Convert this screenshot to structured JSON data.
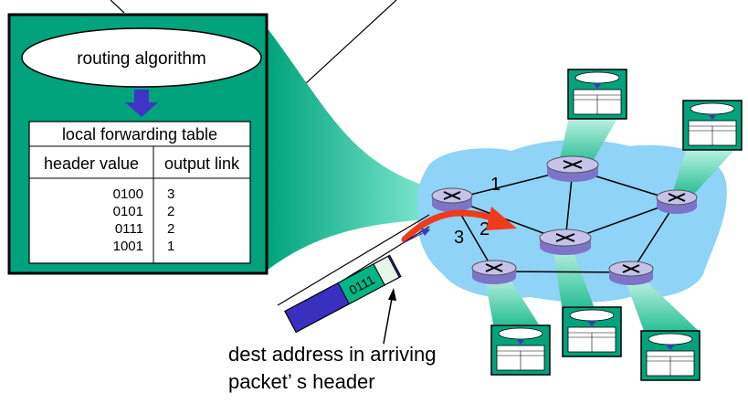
{
  "routing_algorithm": "routing algorithm",
  "forwarding_table": {
    "title": "local forwarding table",
    "headers": [
      "header value",
      "output link"
    ],
    "rows": [
      {
        "header": "0100",
        "link": "3"
      },
      {
        "header": "0101",
        "link": "2"
      },
      {
        "header": "0111",
        "link": "2"
      },
      {
        "header": "1001",
        "link": "1"
      }
    ]
  },
  "packet_header": "0111",
  "link_labels": [
    "1",
    "2",
    "3"
  ],
  "caption": {
    "line1": "dest address in arriving",
    "line2": "packet’ s header"
  },
  "colors": {
    "panel": "#00a37b",
    "beam": "#3dd3a4",
    "network": "#8fd3f7",
    "arrow": "#ef3b1c",
    "down_arrow": "#3f33c8",
    "packet_body": "#3b2fbf",
    "router": "#c7c2ea"
  }
}
